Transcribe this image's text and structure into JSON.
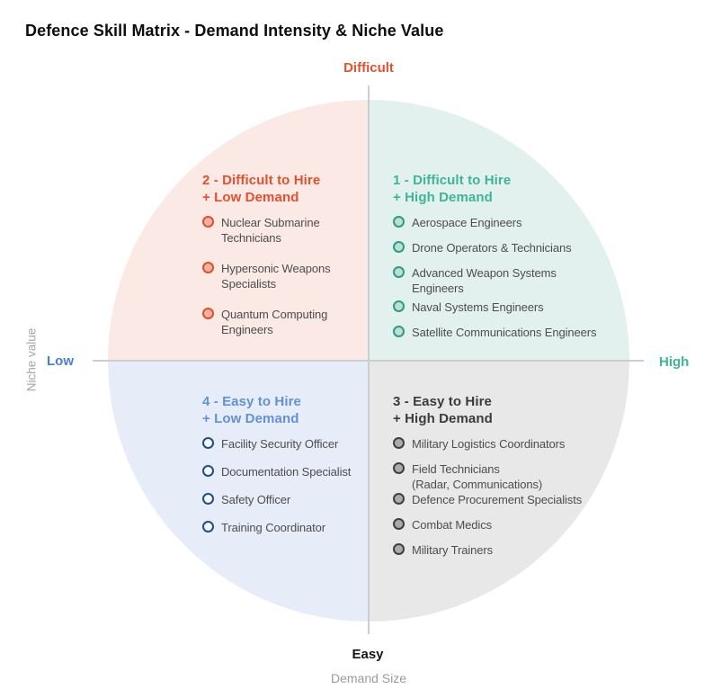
{
  "title": "Defence Skill Matrix - Demand Intensity & Niche Value",
  "axis": {
    "top_label": "Difficult",
    "bottom_label": "Easy",
    "left_label": "Low",
    "right_label": "High",
    "x_axis_title": "Demand Size",
    "y_axis_title": "Niche value"
  },
  "colors": {
    "top_label": "#e4502d",
    "bottom_label": "#161616",
    "left_label": "#4a7ed2",
    "right_label": "#3cb598",
    "axis_line": "#cbcdd1"
  },
  "quadrants": {
    "q1": {
      "heading": "1 - Difficult to Hire\n+ High Demand",
      "heading_color": "#3cb598",
      "bg_color": "#e2f1ed",
      "marker_ring": "#2e9c82",
      "marker_fill": "#bbdfd6",
      "items": [
        "Aerospace Engineers",
        "Drone Operators & Technicians",
        "Advanced Weapon Systems\nEngineers",
        "Naval Systems Engineers",
        "Satellite Communications Engineers"
      ]
    },
    "q2": {
      "heading": "2 - Difficult to Hire\n+ Low Demand",
      "heading_color": "#e4502d",
      "bg_color": "#fbe9e5",
      "marker_ring": "#df4f2b",
      "marker_fill": "#f1b2a3",
      "items": [
        "Nuclear Submarine\nTechnicians",
        "Hypersonic Weapons\nSpecialists",
        "Quantum Computing\nEngineers"
      ]
    },
    "q3": {
      "heading": "3 - Easy to Hire\n+ High Demand",
      "heading_color": "#3b3b3b",
      "bg_color": "#e8e8e8",
      "marker_ring": "#3f3f3f",
      "marker_fill": "#ababab",
      "items": [
        "Military Logistics Coordinators",
        "Field Technicians\n(Radar, Communications)",
        "Defence Procurement Specialists",
        "Combat Medics",
        "Military Trainers"
      ]
    },
    "q4": {
      "heading": "4 - Easy to Hire\n+ Low Demand",
      "heading_color": "#6191d6",
      "bg_color": "#e7edf8",
      "marker_ring": "#1f4e87",
      "marker_fill": "#f3f7fc",
      "items": [
        "Facility Security Officer",
        "Documentation Specialist",
        "Safety Officer",
        "Training Coordinator"
      ]
    }
  },
  "chart_data": {
    "type": "quadrant-matrix",
    "title": "Defence Skill Matrix - Demand Intensity & Niche Value",
    "x_axis": {
      "title": "Demand Size",
      "low": "Low",
      "high": "High"
    },
    "y_axis": {
      "title": "Niche value",
      "low": "Easy",
      "high": "Difficult"
    },
    "quadrant_labels": [
      "1 - Difficult to Hire + High Demand",
      "2 - Difficult to Hire + Low Demand",
      "3 - Easy to Hire + High Demand",
      "4 - Easy to Hire + Low Demand"
    ]
  }
}
